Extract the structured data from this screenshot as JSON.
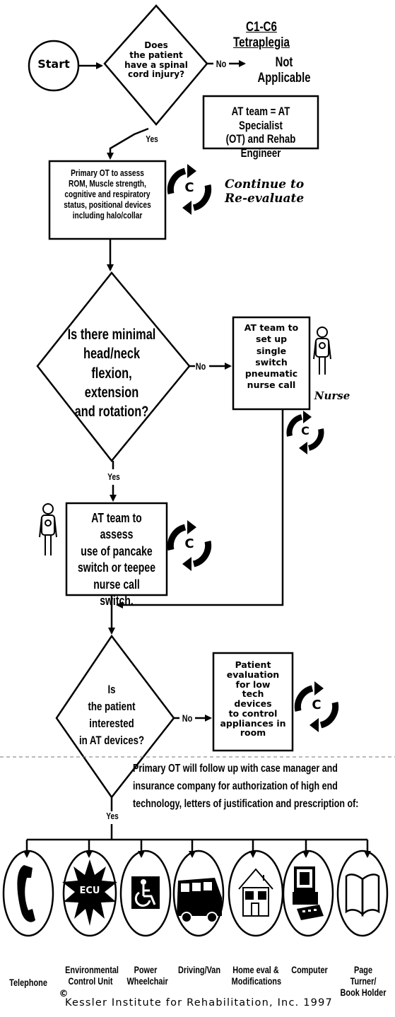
{
  "title": "C1-C6 Tetraplegia",
  "start": {
    "label": "Start"
  },
  "q_spinal": "Does\nthe patient\nhave a spinal\ncord injury?",
  "no_label": "No",
  "not_applicable": "Not Applicable",
  "at_team_note": "AT team = AT Specialist\n(OT) and Rehab Engineer",
  "yes_label": "Yes",
  "primary_ot_assess": "Primary OT to assess\nROM, Muscle strength,\ncognitive and respiratory\nstatus, positional devices\nincluding halo/collar",
  "continue_reevaluate": "Continue to\nRe-evaluate",
  "cycle_letter": "C",
  "q_head_neck": "Is there minimal\nhead/neck\nflexion, extension\nand rotation?",
  "at_team_single_switch": "AT team to\nset up\nsingle\nswitch\npneumatic\nnurse call",
  "nurse_label": "Nurse",
  "at_team_pancake": "AT team to assess\nuse of pancake\nswitch or teepee\nnurse call switch.",
  "q_interested": "Is\nthe patient\ninterested\nin AT devices?",
  "patient_low_tech": "Patient\nevaluation\nfor low\ntech\ndevices\nto control\nappliances in\nroom",
  "follow_up": "Primary OT will follow up with case manager and\ninsurance company for authorization of high end\ntechnology, letters of justification and prescription of:",
  "ecu_badge": "ECU",
  "devices": [
    {
      "label": "Telephone",
      "icon": "telephone-icon"
    },
    {
      "label": "Environmental\nControl Unit",
      "icon": "ecu-icon"
    },
    {
      "label": "Power\nWheelchair",
      "icon": "wheelchair-icon"
    },
    {
      "label": "Driving/Van",
      "icon": "van-icon"
    },
    {
      "label": "Home eval &\nModifications",
      "icon": "house-icon"
    },
    {
      "label": "Computer",
      "icon": "computer-icon"
    },
    {
      "label": "Page Turner/\nBook Holder",
      "icon": "book-icon"
    }
  ],
  "copyright_symbol": "©",
  "copyright": "Kessler Institute for Rehabilitation, Inc. 1997"
}
